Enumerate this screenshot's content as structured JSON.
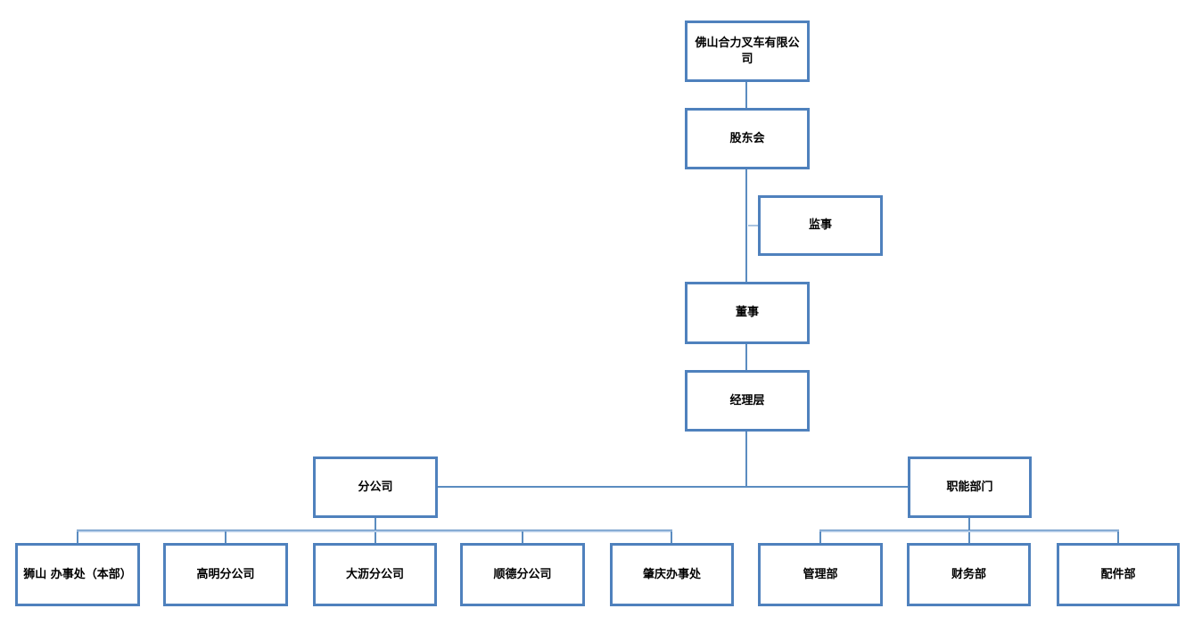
{
  "diagram": {
    "type": "org-chart",
    "background": "#ffffff",
    "colors": {
      "box_border": "#4f81bd",
      "box_fill": "#ffffff",
      "connector": "#5b8cc0",
      "connector_light": "#a9c4e1",
      "text": "#000000"
    },
    "nodes": {
      "company": {
        "label": "佛山合力叉车有限公司"
      },
      "shareholders": {
        "label": "股东会"
      },
      "supervisor": {
        "label": "监事"
      },
      "directors": {
        "label": "董事"
      },
      "managers": {
        "label": "经理层"
      },
      "branches": {
        "label": "分公司"
      },
      "functional": {
        "label": "职能部门"
      },
      "shishan": {
        "label": "狮山 办事处（本部）"
      },
      "gaoming": {
        "label": "高明分公司"
      },
      "dali": {
        "label": "大沥分公司"
      },
      "shunde": {
        "label": "顺德分公司"
      },
      "zhaoqing": {
        "label": "肇庆办事处"
      },
      "management": {
        "label": "管理部"
      },
      "finance": {
        "label": "财务部"
      },
      "parts": {
        "label": "配件部"
      }
    },
    "edges": [
      {
        "from": "company",
        "to": "shareholders"
      },
      {
        "from": "shareholders",
        "to": "supervisor"
      },
      {
        "from": "shareholders",
        "to": "directors"
      },
      {
        "from": "directors",
        "to": "managers"
      },
      {
        "from": "managers",
        "to": "branches"
      },
      {
        "from": "managers",
        "to": "functional"
      },
      {
        "from": "branches",
        "to": "shishan"
      },
      {
        "from": "branches",
        "to": "gaoming"
      },
      {
        "from": "branches",
        "to": "dali"
      },
      {
        "from": "branches",
        "to": "shunde"
      },
      {
        "from": "branches",
        "to": "zhaoqing"
      },
      {
        "from": "functional",
        "to": "management"
      },
      {
        "from": "functional",
        "to": "finance"
      },
      {
        "from": "functional",
        "to": "parts"
      }
    ]
  }
}
